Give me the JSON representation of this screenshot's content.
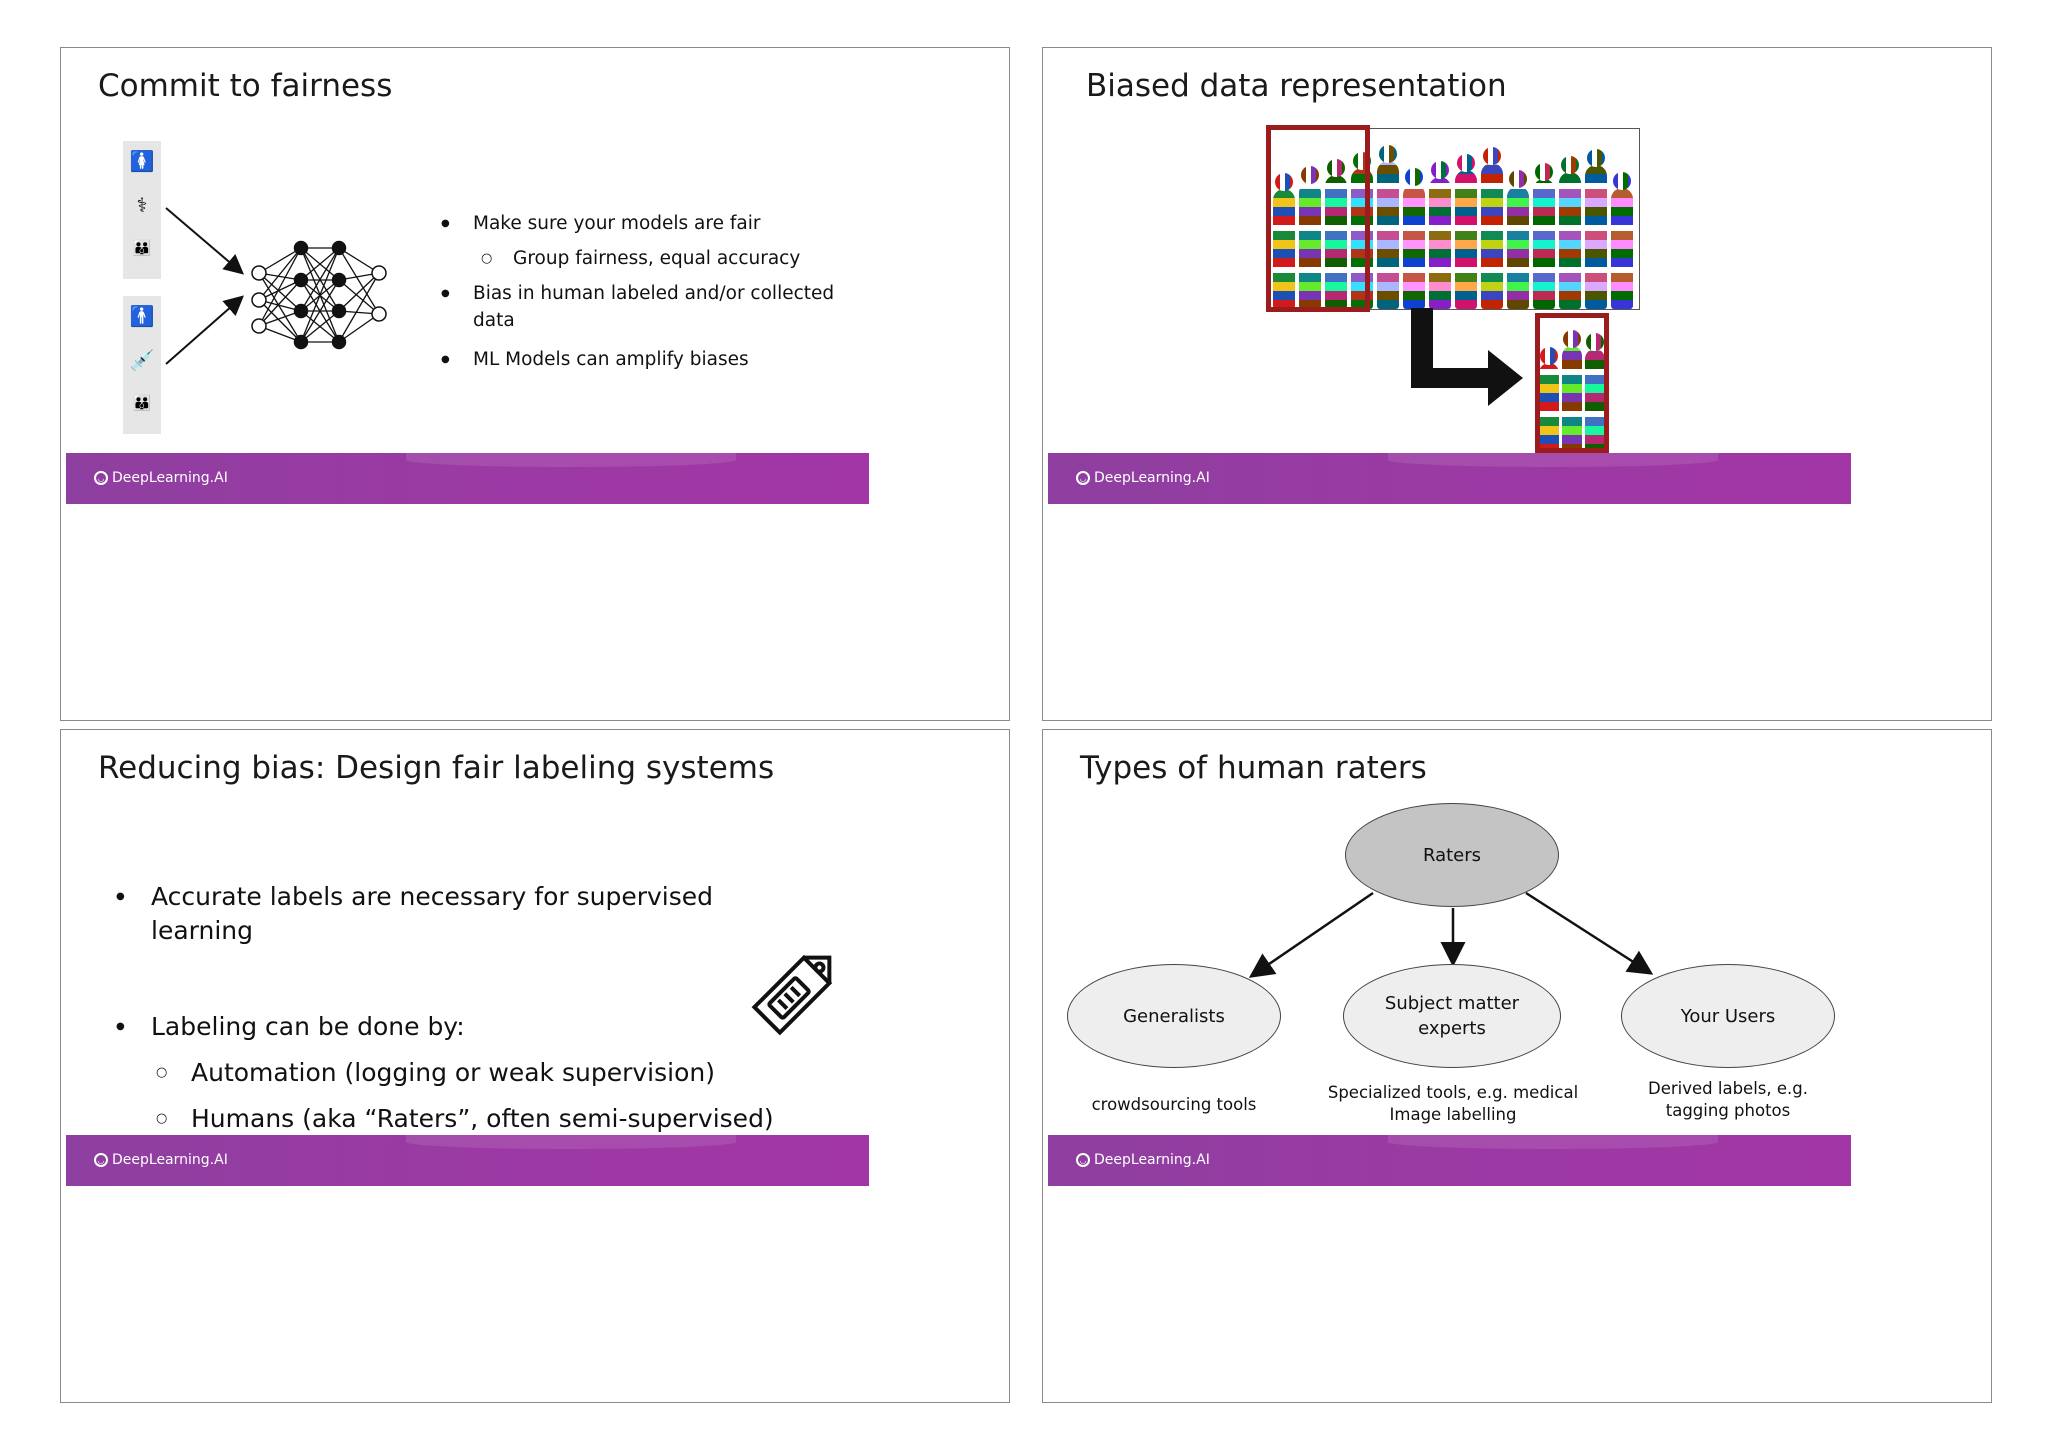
{
  "brand": "DeepLearning.AI",
  "slides": {
    "s1": {
      "title": "Commit to fairness",
      "bullets": [
        "Make sure your models are fair",
        "Group fairness, equal accuracy",
        "Bias in human labeled and/or collected data",
        "ML Models can amplify biases"
      ],
      "icons_top": [
        "woman-icon",
        "stethoscope-icon",
        "family-timeline-icon"
      ],
      "icons_bottom": [
        "man-icon",
        "vaccine-icon",
        "family-timeline-icon"
      ]
    },
    "s2": {
      "title": "Biased data representation",
      "icons": [
        "flag-people-collage",
        "arrow-icon"
      ]
    },
    "s3": {
      "title": "Reducing bias: Design fair labeling systems",
      "bullets": [
        "Accurate labels are necessary for supervised learning",
        "Labeling can be done by:",
        "Automation (logging or weak supervision)",
        "Humans (aka “Raters”, often semi-supervised)"
      ],
      "icons": [
        "label-tag-icon"
      ]
    },
    "s4": {
      "title": "Types of human raters",
      "root": "Raters",
      "children": [
        {
          "label": "Generalists",
          "caption": "crowdsourcing tools"
        },
        {
          "label": "Subject matter experts",
          "caption": "Specialized tools, e.g. medical Image labelling"
        },
        {
          "label": "Your Users",
          "caption": "Derived labels, e.g. tagging photos"
        }
      ],
      "colors": {
        "root_fill": "#c4c4c4",
        "child_fill": "#eeeeee"
      }
    }
  },
  "colors": {
    "footer": "#9b3aa4",
    "highlight_box": "#9b1c1c"
  }
}
